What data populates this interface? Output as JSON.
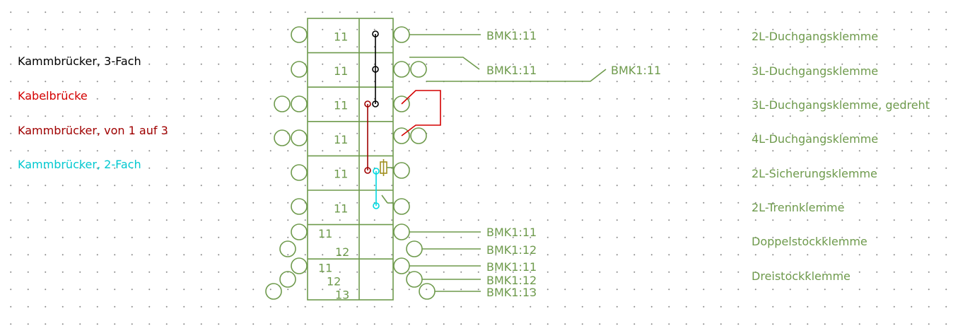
{
  "colors": {
    "terminal": "#6e9a4c",
    "black_bridge": "#000000",
    "red_bridge": "#d40000",
    "darkred_bridge": "#a00000",
    "cyan_bridge": "#00d8e0",
    "fuse": "#a09020"
  },
  "legend": [
    {
      "label": "Kammbrücker, 3-Fach",
      "color": "#000000"
    },
    {
      "label": "Kabelbrücke",
      "color": "#d40000"
    },
    {
      "label": "Kammbrücker, von 1 auf 3",
      "color": "#a00000"
    },
    {
      "label": "Kammbrücker, 2-Fach",
      "color": "#00c8d0"
    }
  ],
  "terminals": [
    {
      "levels": [
        "11"
      ],
      "description": "2L-Duchgangsklemme",
      "bmk": [
        "BMK1:11"
      ]
    },
    {
      "levels": [
        "11"
      ],
      "description": "3L-Duchgangsklemme",
      "bmk": [
        "BMK1:11",
        "BMK1:11"
      ]
    },
    {
      "levels": [
        "11"
      ],
      "description": "3L-Duchgangsklemme, gedreht",
      "bmk": []
    },
    {
      "levels": [
        "11"
      ],
      "description": "4L-Duchgangsklemme",
      "bmk": []
    },
    {
      "levels": [
        "11"
      ],
      "description": "2L-Sicherungsklemme",
      "bmk": []
    },
    {
      "levels": [
        "11"
      ],
      "description": "2L-Trennklemme",
      "bmk": []
    },
    {
      "levels": [
        "11",
        "12"
      ],
      "description": "Doppelstockklemme",
      "bmk": [
        "BMK1:11",
        "BMK1:12"
      ]
    },
    {
      "levels": [
        "11",
        "12",
        "13"
      ],
      "description": "Dreistockklemme",
      "bmk": [
        "BMK1:11",
        "BMK1:12",
        "BMK1:13"
      ]
    }
  ]
}
